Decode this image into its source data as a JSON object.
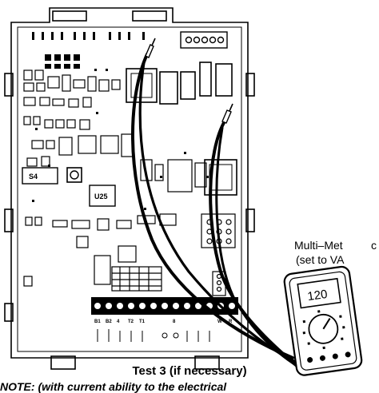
{
  "diagram": {
    "caption": "Test 3 (if necessary)",
    "meter": {
      "name": "Multi–Met",
      "setting": "(set to VA",
      "clipped_char": "c",
      "display_reading": "120"
    },
    "note_fragment": "NOTE: (with current ability to the electrical",
    "board_labels": {
      "s4": "S4",
      "u25": "U25"
    },
    "terminal_labels": [
      "B1",
      "B2",
      "4",
      "T2",
      "T1",
      "",
      "",
      "8",
      "",
      "",
      "",
      "W",
      "R"
    ],
    "colors": {
      "ink": "#000000",
      "board_fill": "#ffffff",
      "background": "#ffffff"
    }
  }
}
